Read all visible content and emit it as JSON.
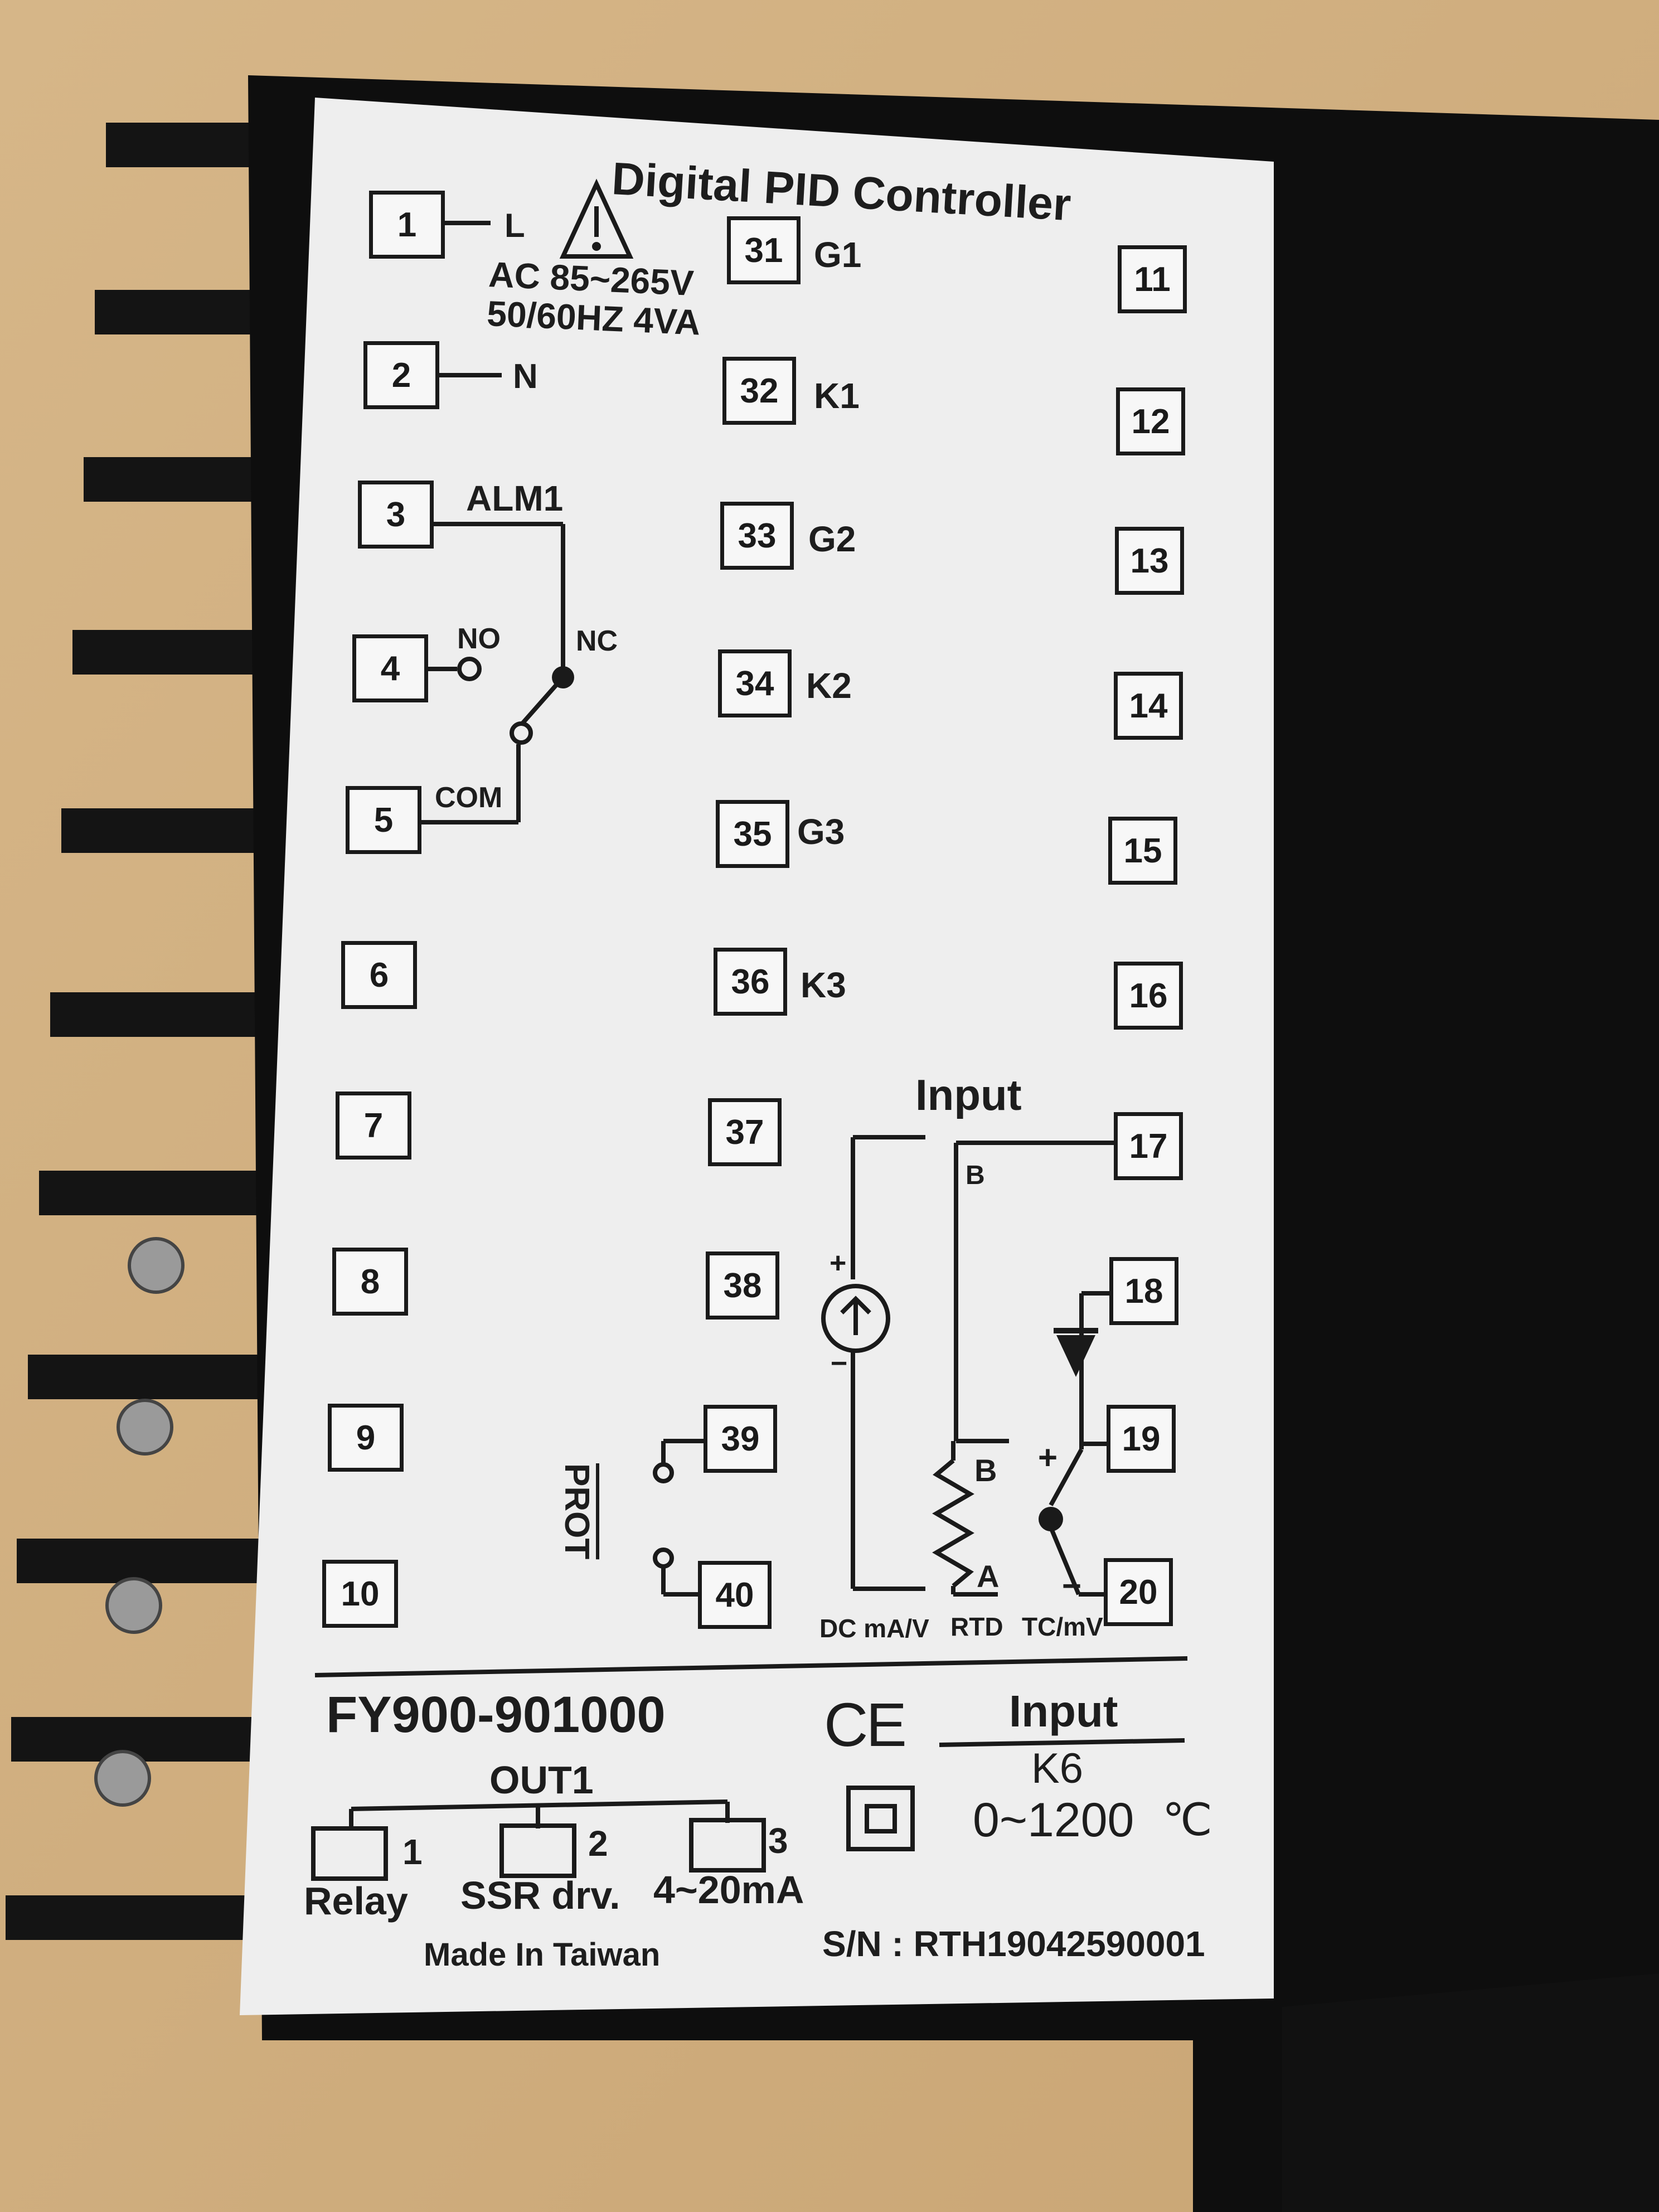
{
  "label": {
    "title": "Digital PID Controller",
    "power": {
      "line": "L",
      "neutral": "N",
      "voltage": "AC 85~265V",
      "frequency": "50/60HZ 4VA"
    },
    "alarm": {
      "name": "ALM1",
      "no": "NO",
      "nc": "NC",
      "com": "COM"
    },
    "left_terminals": [
      "1",
      "2",
      "3",
      "4",
      "5",
      "6",
      "7",
      "8",
      "9",
      "10"
    ],
    "middle_terminals": [
      {
        "num": "31",
        "tag": "G1"
      },
      {
        "num": "32",
        "tag": "K1"
      },
      {
        "num": "33",
        "tag": "G2"
      },
      {
        "num": "34",
        "tag": "K2"
      },
      {
        "num": "35",
        "tag": "G3"
      },
      {
        "num": "36",
        "tag": "K3"
      },
      {
        "num": "37",
        "tag": ""
      },
      {
        "num": "38",
        "tag": ""
      },
      {
        "num": "39",
        "tag": ""
      },
      {
        "num": "40",
        "tag": ""
      }
    ],
    "right_terminals": [
      "11",
      "12",
      "13",
      "14",
      "15",
      "16",
      "17",
      "18",
      "19",
      "20"
    ],
    "prot": "PROT",
    "input_title": "Input",
    "input_wiring": {
      "b_top": "B",
      "b_rtd": "B",
      "a_rtd": "A",
      "plus_dc": "+",
      "minus_dc": "−",
      "plus_tc": "+",
      "minus_tc": "−"
    },
    "input_types": [
      "DC mA/V",
      "RTD",
      "TC/mV"
    ],
    "model": "FY900-901000",
    "ce_mark": "CE",
    "spec": {
      "header": "Input",
      "sensor": "K6",
      "range": "0~1200",
      "unit": "℃"
    },
    "out1": {
      "title": "OUT1",
      "options": [
        {
          "num": "1",
          "name": "Relay"
        },
        {
          "num": "2",
          "name": "SSR drv."
        },
        {
          "num": "3",
          "name": "4~20mA"
        }
      ]
    },
    "made_in": "Made In Taiwan",
    "serial": "S/N : RTH19042590001"
  }
}
